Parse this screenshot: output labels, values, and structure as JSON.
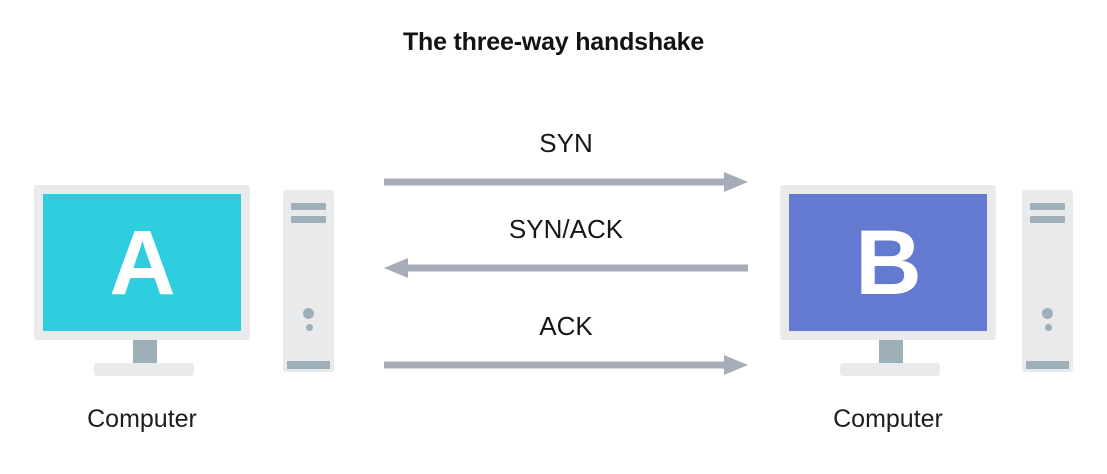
{
  "title": "The three-way handshake",
  "nodes": [
    {
      "id": "a",
      "letter": "A",
      "caption": "Computer",
      "screen_color": "#2ecde0",
      "bezel_color": "#e9eaec"
    },
    {
      "id": "b",
      "letter": "B",
      "caption": "Computer",
      "screen_color": "#6479d0",
      "bezel_color": "#e9eaec"
    }
  ],
  "messages": [
    {
      "label": "SYN",
      "direction": "right"
    },
    {
      "label": "SYN/ACK",
      "direction": "left"
    },
    {
      "label": "ACK",
      "direction": "right"
    }
  ],
  "colors": {
    "arrow": "#a6adb8",
    "accent_a": "#2ecde0",
    "accent_b": "#6479d0",
    "device_body": "#e9eaec",
    "device_detail": "#9db0ba",
    "text": "#141618",
    "background": "#ffffff"
  }
}
